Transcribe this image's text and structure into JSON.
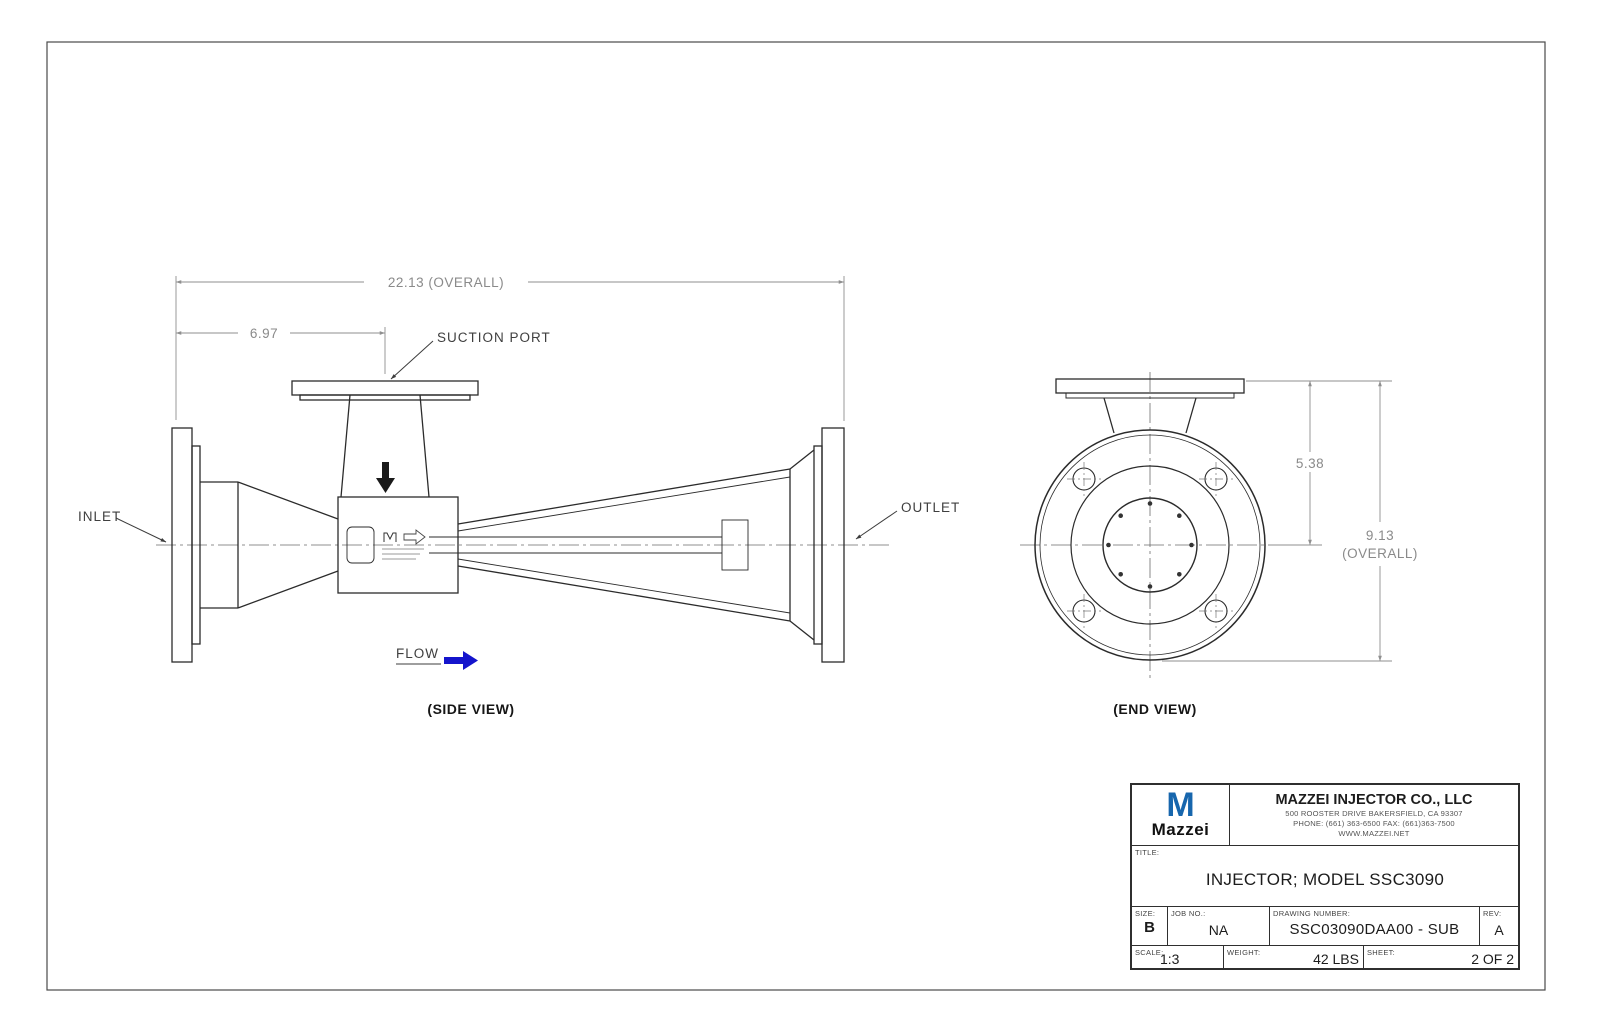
{
  "side_view": {
    "caption": "(SIDE VIEW)",
    "labels": {
      "inlet": "INLET",
      "outlet": "OUTLET",
      "suction_port": "SUCTION PORT",
      "flow": "FLOW"
    },
    "dimensions": {
      "overall_length": "22.13 (OVERALL)",
      "suction_offset": "6.97"
    }
  },
  "end_view": {
    "caption": "(END VIEW)",
    "dimensions": {
      "center_height": "5.38",
      "overall_height": "9.13",
      "overall_suffix": "(OVERALL)"
    }
  },
  "colors": {
    "flow_arrow": "#1414cc",
    "logo_blue": "#1766ad",
    "object_line": "#2b2b2b",
    "dimension_line": "#8f8f8f"
  },
  "title_block": {
    "logo_m": "M",
    "logo_wordmark": "Mazzei",
    "company": "MAZZEI INJECTOR CO., LLC",
    "address": "500 ROOSTER DRIVE BAKERSFIELD, CA 93307",
    "phone_fax": "PHONE: (661) 363-6500  FAX: (661)363-7500",
    "website": "WWW.MAZZEI.NET",
    "title_label": "TITLE:",
    "title": "INJECTOR; MODEL SSC3090",
    "size_label": "SIZE:",
    "size": "B",
    "job_label": "JOB NO.:",
    "job": "NA",
    "drawing_number_label": "DRAWING NUMBER:",
    "drawing_number": "SSC03090DAA00 - SUB",
    "rev_label": "REV:",
    "rev": "A",
    "scale_label": "SCALE:",
    "scale": "1:3",
    "weight_label": "WEIGHT:",
    "weight": "42 LBS",
    "sheet_label": "SHEET:",
    "sheet": "2 OF 2"
  }
}
